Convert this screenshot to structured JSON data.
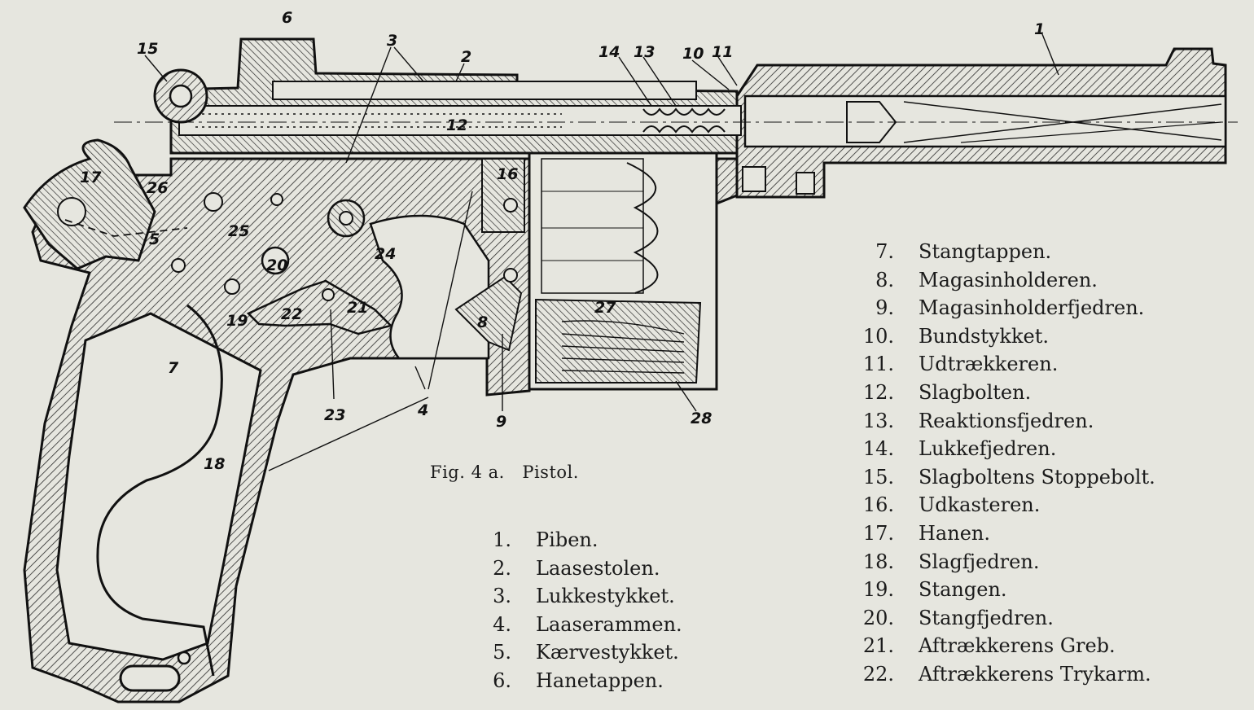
{
  "figure": {
    "caption": "Fig. 4 a.   Pistol.",
    "callouts": [
      "1",
      "2",
      "3",
      "4",
      "5",
      "6",
      "7",
      "8",
      "9",
      "10",
      "11",
      "12",
      "13",
      "14",
      "15",
      "16",
      "17",
      "18",
      "19",
      "20",
      "21",
      "22",
      "23",
      "24",
      "25",
      "26",
      "27",
      "28"
    ]
  },
  "legend_left": [
    {
      "num": "1.",
      "label": "Piben."
    },
    {
      "num": "2.",
      "label": "Laasestolen."
    },
    {
      "num": "3.",
      "label": "Lukkestykket."
    },
    {
      "num": "4.",
      "label": "Laaserammen."
    },
    {
      "num": "5.",
      "label": "Kærvestykket."
    },
    {
      "num": "6.",
      "label": "Hanetappen."
    }
  ],
  "legend_right": [
    {
      "num": "7.",
      "label": "Stangtappen."
    },
    {
      "num": "8.",
      "label": "Magasinholderen."
    },
    {
      "num": "9.",
      "label": "Magasinholderfjedren."
    },
    {
      "num": "10.",
      "label": "Bundstykket."
    },
    {
      "num": "11.",
      "label": "Udtrækkeren."
    },
    {
      "num": "12.",
      "label": "Slagbolten."
    },
    {
      "num": "13.",
      "label": "Reaktionsfjedren."
    },
    {
      "num": "14.",
      "label": "Lukkefjedren."
    },
    {
      "num": "15.",
      "label": "Slagboltens Stoppebolt."
    },
    {
      "num": "16.",
      "label": "Udkasteren."
    },
    {
      "num": "17.",
      "label": "Hanen."
    },
    {
      "num": "18.",
      "label": "Slagfjedren."
    },
    {
      "num": "19.",
      "label": "Stangen."
    },
    {
      "num": "20.",
      "label": "Stangfjedren."
    },
    {
      "num": "21.",
      "label": "Aftrækkerens Greb."
    },
    {
      "num": "22.",
      "label": "Aftrækkerens Trykarm."
    }
  ]
}
